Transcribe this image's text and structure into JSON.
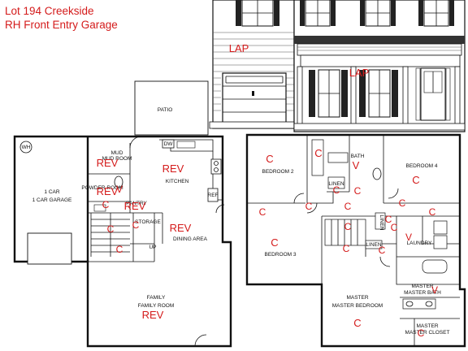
{
  "title": {
    "line1": "Lot 194 Creekside",
    "line2": "RH Front Entry Garage"
  },
  "elevation_labels": {
    "lap_left": "LAP",
    "lap_right": "LAP"
  },
  "rooms_first_floor": {
    "patio": "PATIO",
    "wh": "WH",
    "dw": "DW",
    "mud_room": "MUD ROOM",
    "kitchen": "KITCHEN",
    "powder_room": "POWDER ROOM",
    "pantry": "PANTRY",
    "ref": "REF",
    "garage": "1 CAR GARAGE",
    "storage": "STORAGE",
    "up": "UP",
    "dining_area": "DINING AREA",
    "family_room": "FAMILY ROOM"
  },
  "rooms_second_floor": {
    "bath": "BATH",
    "bedroom2": "BEDROOM 2",
    "bedroom4": "BEDROOM 4",
    "linen": "LINEN",
    "bedroom3": "BEDROOM 3",
    "laundry": "LAUNDRY",
    "master_bedroom": "MASTER BEDROOM",
    "master_bath": "MASTER BATH",
    "master_closet": "MASTER CLOSET"
  },
  "markers": {
    "rev": "REV",
    "c": "C",
    "v": "V"
  },
  "colors": {
    "marker_red": "#d41b1b",
    "line_black": "#111111"
  }
}
